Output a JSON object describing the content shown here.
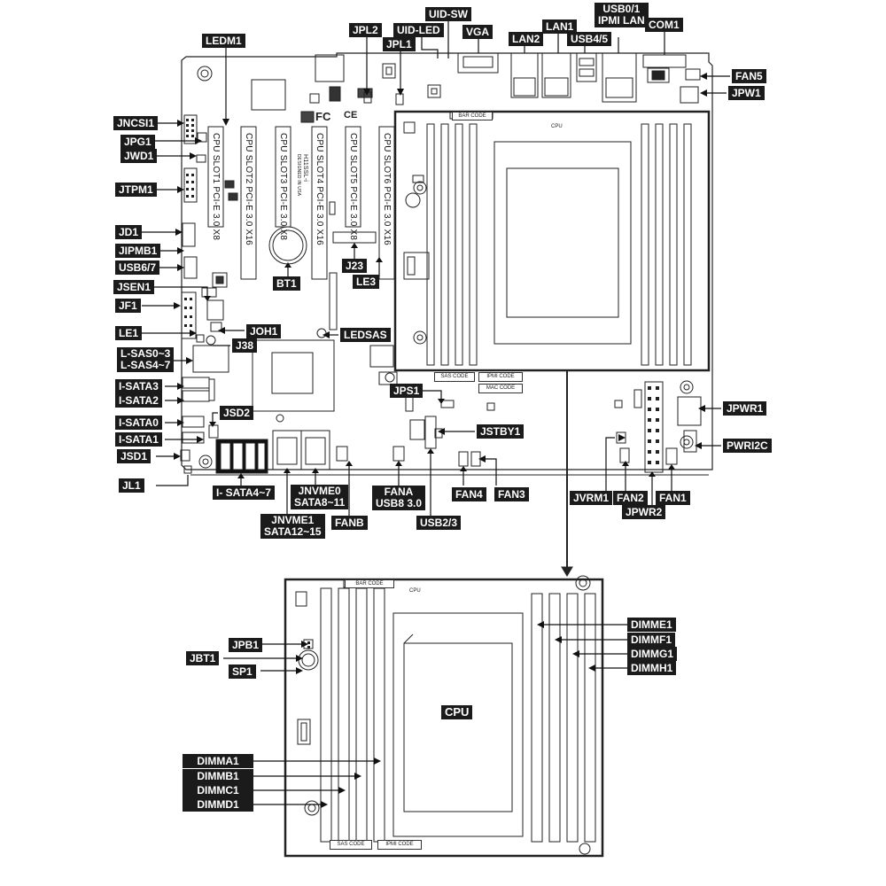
{
  "labels": {
    "ledm1": "LEDM1",
    "jpl2": "JPL2",
    "uid_led": "UID-LED",
    "uid_sw": "UID-SW",
    "jpl1": "JPL1",
    "vga": "VGA",
    "lan2": "LAN2",
    "lan1": "LAN1",
    "usb45": "USB4/5",
    "usb01": "USB0/1",
    "ipmi_lan": "IPMI LAN",
    "com1": "COM1",
    "fan5": "FAN5",
    "jpw1": "JPW1",
    "jncsi1": "JNCSI1",
    "jpg1": "JPG1",
    "jwd1": "JWD1",
    "jtpm1": "JTPM1",
    "jd1": "JD1",
    "jipmb1": "JIPMB1",
    "usb67": "USB6/7",
    "jsen1": "JSEN1",
    "jf1": "JF1",
    "le1": "LE1",
    "joh1": "JOH1",
    "j38": "J38",
    "lsas_a": "L-SAS0~3",
    "lsas_b": "L-SAS4~7",
    "isata3": "I-SATA3",
    "isata2": "I-SATA2",
    "isata0": "I-SATA0",
    "isata1": "I-SATA1",
    "jsd2": "JSD2",
    "jsd1": "JSD1",
    "jl1": "JL1",
    "isata47": "I- SATA4~7",
    "jnvme0": "JNVME0",
    "sata811": "SATA8~11",
    "jnvme1": "JNVME1",
    "sata1215": "SATA12~15",
    "fanb": "FANB",
    "fana": "FANA",
    "usb83": "USB8 3.0",
    "usb23": "USB2/3",
    "jstby1": "JSTBY1",
    "jps1": "JPS1",
    "fan4": "FAN4",
    "fan3": "FAN3",
    "jvrm1": "JVRM1",
    "fan2": "FAN2",
    "fan1": "FAN1",
    "jpwr2": "JPWR2",
    "jpwr1": "JPWR1",
    "pwri2c": "PWRI2C",
    "bt1": "BT1",
    "j23": "J23",
    "le3": "LE3",
    "ledsas": "LEDSAS",
    "jpb1": "JPB1",
    "jbt1": "JBT1",
    "sp1": "SP1",
    "cpu": "CPU",
    "dimme1": "DIMME1",
    "dimmf1": "DIMMF1",
    "dimmg1": "DIMMG1",
    "dimmh1": "DIMMH1",
    "dimma1": "DIMMA1",
    "dimmb1": "DIMMB1",
    "dimmc1": "DIMMC1",
    "dimmd1": "DIMMD1"
  },
  "slots": {
    "s1": "CPU SLOT1 PCI-E 3.0 X8",
    "s2": "CPU SLOT2 PCI-E 3.0 X16",
    "s3": "CPU SLOT3 PCI-E 3.0 X8",
    "s4": "CPU SLOT4 PCI-E 3.0 X16",
    "s5": "CPU SLOT5 PCI-E 3.0 X8",
    "s6": "CPU SLOT6 PCI-E 3.0 X16"
  },
  "board_text": {
    "model": "H11SSL-i",
    "rev": "DESIGNED IN USA",
    "bar_code": "BAR CODE",
    "sas_code": "SAS CODE",
    "ipmi_code": "IPMI CODE",
    "mac_code": "MAC CODE",
    "cpu_small": "CPU",
    "fcc": "FC",
    "ce": "CE"
  }
}
